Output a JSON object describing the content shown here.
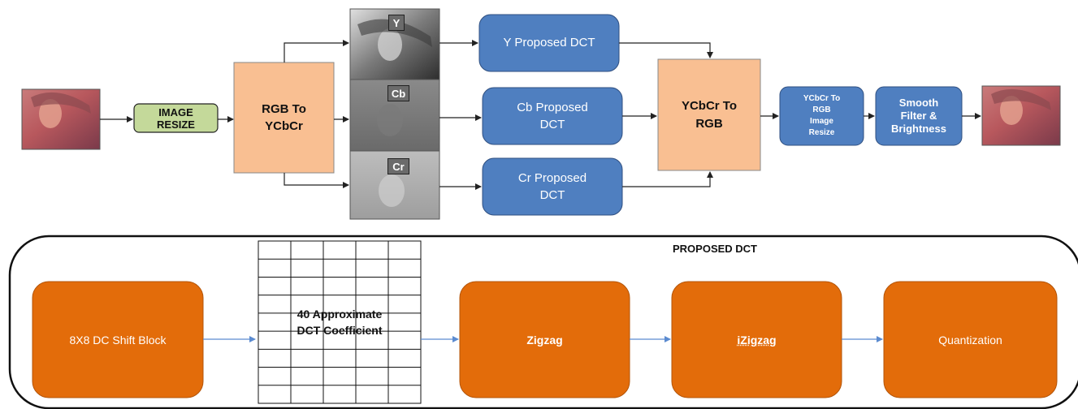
{
  "top_flow": {
    "input_image": "lena-input-thumbnail",
    "image_resize": "IMAGE\nRESIZE",
    "rgb_to_ycbcr": "RGB To\nYCbCr",
    "channels": [
      {
        "tag": "Y",
        "dct_label": "Y Proposed  DCT"
      },
      {
        "tag": "Cb",
        "dct_label": "Cb Proposed\nDCT"
      },
      {
        "tag": "Cr",
        "dct_label": "Cr Proposed\nDCT"
      }
    ],
    "ycbcr_to_rgb": "YCbCr To\nRGB",
    "ycbcr_to_rgb_resize": "YCbCr To\nRGB\nImage\nResize",
    "smooth_filter": "Smooth\nFilter &\nBrightness",
    "output_image": "lena-output-thumbnail"
  },
  "proposed_dct": {
    "title": "PROPOSED DCT",
    "shift_block": "8X8 DC Shift Block",
    "coefficient_grid": "40 Approximate\nDCT Coefficient",
    "zigzag": "Zigzag",
    "izigzag": "iZigzag",
    "quantization": "Quantization"
  },
  "colors": {
    "green_box": "#c4d99a",
    "peach_box": "#f9bf92",
    "blue_box": "#4f7fc0",
    "orange_box": "#e36c0a"
  }
}
